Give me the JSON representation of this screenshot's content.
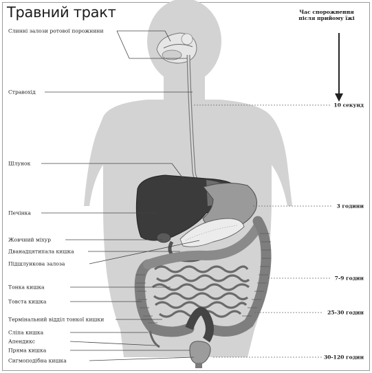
{
  "title": "Травний тракт",
  "time_header": {
    "line1": "Час спорожнення",
    "line2": "після прийому їжі"
  },
  "organs": [
    {
      "id": "salivary",
      "label": "Слинні залози ротової порожнини"
    },
    {
      "id": "esophagus",
      "label": "Стравохід"
    },
    {
      "id": "stomach",
      "label": "Шлунок"
    },
    {
      "id": "liver",
      "label": "Печінка"
    },
    {
      "id": "gallbladder",
      "label": "Жовчний міхур"
    },
    {
      "id": "duodenum",
      "label": "Дванадцятипала кишка"
    },
    {
      "id": "pancreas",
      "label": "Підшлункова залоза"
    },
    {
      "id": "small-intestine",
      "label": "Тонка кишка"
    },
    {
      "id": "colon",
      "label": "Товста кишка"
    },
    {
      "id": "ileum",
      "label": "Термінальний відділ тонкої кишки"
    },
    {
      "id": "cecum",
      "label": "Сліпа кишка"
    },
    {
      "id": "appendix",
      "label": "Апендикс"
    },
    {
      "id": "rectum",
      "label": "Пряма кишка"
    },
    {
      "id": "sigmoid",
      "label": "Сигмоподібна кишка"
    }
  ],
  "times": [
    {
      "id": "esophagus-time",
      "label": "10 секунд"
    },
    {
      "id": "stomach-time",
      "label": "3 години"
    },
    {
      "id": "small-time",
      "label": "7-9 годин"
    },
    {
      "id": "colon-time",
      "label": "25-30 годин"
    },
    {
      "id": "rectum-time",
      "label": "30-120 годин"
    }
  ]
}
